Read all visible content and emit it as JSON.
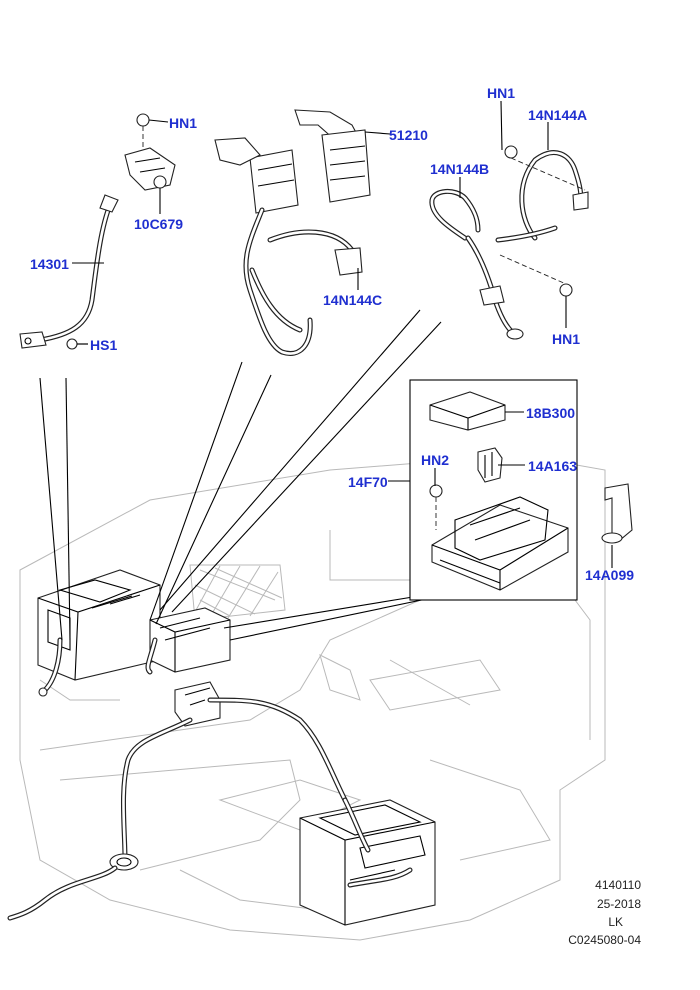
{
  "callouts": {
    "hn1_top": "HN1",
    "c10c679": "10C679",
    "p14301": "14301",
    "hs1": "HS1",
    "p51210": "51210",
    "p14n144c": "14N144C",
    "hn1_right": "HN1",
    "p14n144a": "14N144A",
    "p14n144b": "14N144B",
    "hn1_lower": "HN1",
    "p18b300": "18B300",
    "hn2": "HN2",
    "p14a163": "14A163",
    "p14f70": "14F70",
    "p14a099": "14A099"
  },
  "reference": {
    "line1": "4140110",
    "line2": "25-2018",
    "line3": "LK",
    "line4": "C0245080-04"
  },
  "colors": {
    "callout": "#1f2fd0",
    "line": "#000000",
    "ghost": "#b9b9b9"
  }
}
